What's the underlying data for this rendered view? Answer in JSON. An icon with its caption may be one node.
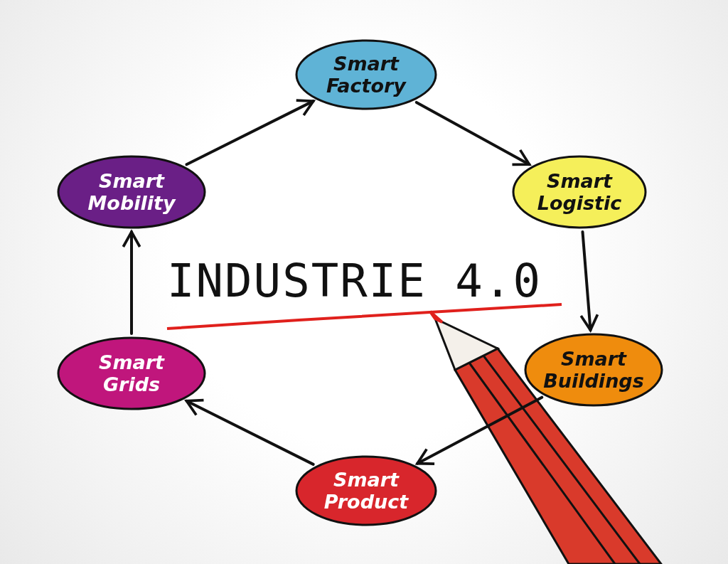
{
  "diagram": {
    "title": "INDUSTRIE 4.0",
    "nodes": [
      {
        "text": [
          "Smart Factory"
        ]
      },
      {
        "text": [
          "Smart Logistic"
        ]
      },
      {
        "text": [
          "Smart Buildings"
        ]
      },
      {
        "text": [
          "Smart Product"
        ]
      },
      {
        "text": [
          "Smart Grids"
        ]
      },
      {
        "text": [
          "Smart Mobility"
        ]
      }
    ],
    "edges": [
      {
        "from": 0,
        "to": 1,
        "arrow": "to"
      },
      {
        "from": 1,
        "to": 2,
        "arrow": "to"
      },
      {
        "from": 2,
        "to": 3,
        "arrow": "to"
      },
      {
        "from": 3,
        "to": 4,
        "arrow": "to"
      },
      {
        "from": 4,
        "to": 5,
        "arrow": "to"
      },
      {
        "from": 5,
        "to": 0,
        "arrow": "to"
      }
    ]
  }
}
